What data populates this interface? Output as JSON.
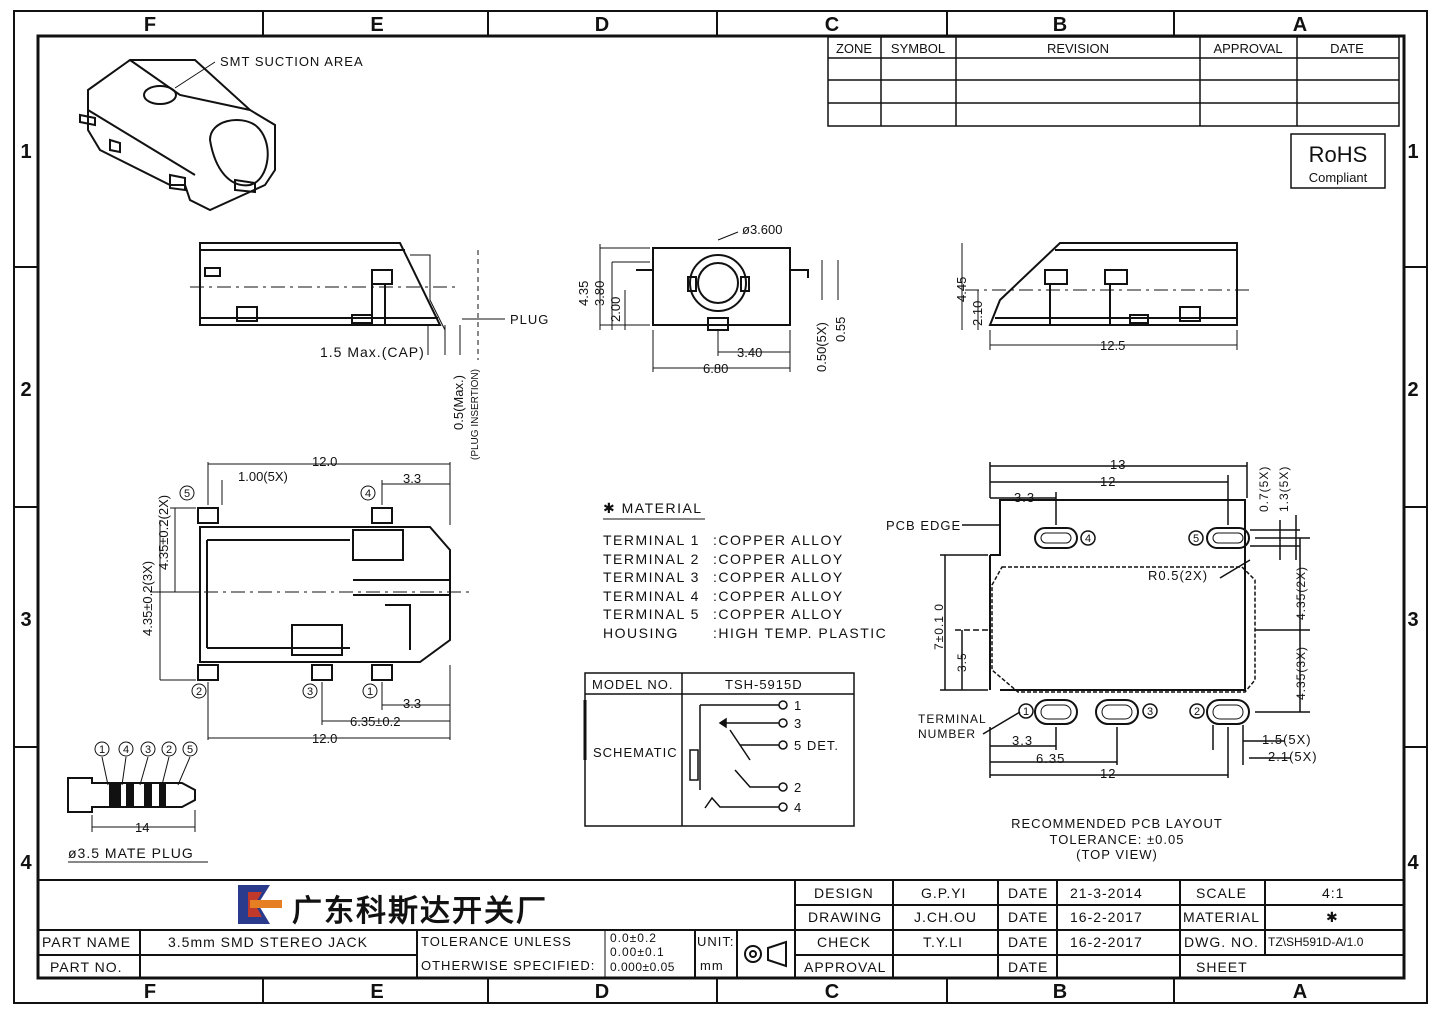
{
  "border": {
    "cols_top": [
      "F",
      "E",
      "D",
      "C",
      "B",
      "A"
    ],
    "cols_bottom": [
      "F",
      "E",
      "D",
      "C",
      "B",
      "A"
    ],
    "rows_left": [
      "1",
      "2",
      "3",
      "4"
    ],
    "rows_right": [
      "1",
      "2",
      "3",
      "4"
    ]
  },
  "revision_table": {
    "headers": [
      "ZONE",
      "SYMBOL",
      "REVISION",
      "APPROVAL",
      "DATE"
    ]
  },
  "rohs": {
    "line1": "RoHS",
    "line2": "Compliant"
  },
  "iso_view": {
    "label": "SMT SUCTION AREA"
  },
  "side_view": {
    "plug": "PLUG",
    "cap": "1.5 Max.(CAP)",
    "insertion": "0.5(Max.)",
    "insertion_note": "(PLUG INSERTION)"
  },
  "front_view": {
    "dia": "ø3.600",
    "h1": "4.35",
    "h2": "3.80",
    "h3": "2.00",
    "w1": "3.40",
    "w2": "6.80",
    "r1": "0.50(5X)",
    "r2": "0.55"
  },
  "right_view": {
    "h1": "4.45",
    "h2": "2.10",
    "w": "12.5"
  },
  "top_view": {
    "w_top": "12.0",
    "pitch": "1.00(5X)",
    "d33": "3.3",
    "h_2x": "4.35±0.2(2X)",
    "h_3x": "4.35±0.2(3X)",
    "d635": "6.35±0.2",
    "d33b": "3.3",
    "w_bottom": "12.0",
    "t1": "1",
    "t2": "2",
    "t3": "3",
    "t4": "4",
    "t5": "5"
  },
  "plug": {
    "label": "ø3.5 MATE PLUG",
    "len": "14",
    "t1": "1",
    "t4": "4",
    "t3": "3",
    "t2": "2",
    "t5": "5"
  },
  "material": {
    "title": "✱ MATERIAL",
    "rows": [
      {
        "name": "TERMINAL 1",
        "val": ":COPPER ALLOY"
      },
      {
        "name": "TERMINAL 2",
        "val": ":COPPER ALLOY"
      },
      {
        "name": "TERMINAL 3",
        "val": ":COPPER ALLOY"
      },
      {
        "name": "TERMINAL 4",
        "val": ":COPPER ALLOY"
      },
      {
        "name": "TERMINAL 5",
        "val": ":COPPER ALLOY"
      },
      {
        "name": "HOUSING",
        "val": ":HIGH TEMP. PLASTIC"
      }
    ]
  },
  "schematic": {
    "model_label": "MODEL NO.",
    "model": "TSH-5915D",
    "label": "SCHEMATIC",
    "p1": "1",
    "p3": "3",
    "p5": "5 DET.",
    "p2": "2",
    "p4": "4"
  },
  "pcb": {
    "w13": "13",
    "w12": "12",
    "d33": "3.3",
    "edge": "PCB EDGE",
    "s07": "0.7(5X)",
    "s13": "1.3(5X)",
    "r05": "R0.5(2X)",
    "h435_2x": "4.35(2X)",
    "h435_3x": "4.35(3X)",
    "h7": "7±0.1\n   0",
    "h35": "3.5",
    "term1": "TERMINAL",
    "term2": "NUMBER",
    "b33": "3.3",
    "b635": "6.35",
    "b12": "12",
    "s15": "1.5(5X)",
    "s21": "2.1(5X)",
    "n1": "1",
    "n2": "2",
    "n3": "3",
    "n4": "4",
    "n5": "5",
    "cap1": "RECOMMENDED PCB LAYOUT",
    "cap2": "TOLERANCE: ±0.05",
    "cap3": "(TOP VIEW)"
  },
  "title_block": {
    "company": "广东科斯达开关厂",
    "part_name_label": "PART NAME",
    "part_name": "3.5mm SMD STEREO JACK",
    "part_no_label": "PART NO.",
    "part_no": "",
    "tol_label1": "TOLERANCE UNLESS",
    "tol_label2": "OTHERWISE SPECIFIED:",
    "tol1": "0.0±0.2",
    "tol2": "0.00±0.1",
    "tol3": "0.000±0.05",
    "unit_label": "UNIT:",
    "unit": "mm",
    "design_label": "DESIGN",
    "design": "G.P.YI",
    "drawing_label": "DRAWING",
    "drawing": "J.CH.OU",
    "check_label": "CHECK",
    "check": "T.Y.LI",
    "approval_label": "APPROVAL",
    "approval": "",
    "date_label": "DATE",
    "date1": "21-3-2014",
    "date2": "16-2-2017",
    "date3": "16-2-2017",
    "date4": "",
    "scale_label": "SCALE",
    "scale": "4:1",
    "material_label": "MATERIAL",
    "material": "✱",
    "dwg_label": "DWG. NO.",
    "dwg": "TZ\\SH591D-A/1.0",
    "sheet_label": "SHEET",
    "sheet": ""
  }
}
